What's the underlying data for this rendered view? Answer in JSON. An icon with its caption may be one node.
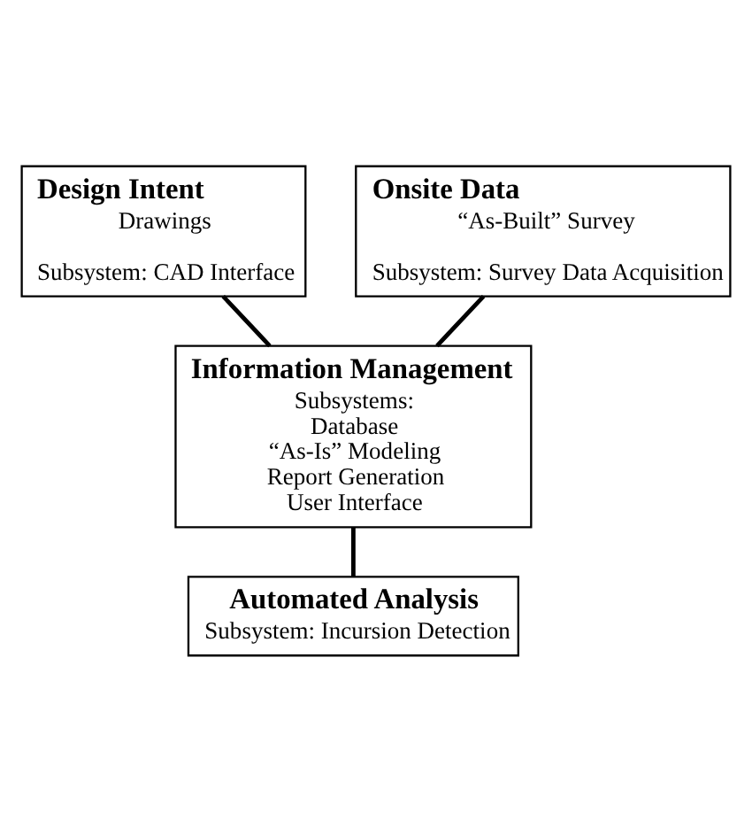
{
  "diagram": {
    "nodes": [
      {
        "text": [
          "Design Intent",
          "Drawings",
          "Subsystem: CAD Interface"
        ]
      },
      {
        "text": [
          "Onsite Data",
          "“As-Built” Survey",
          "Subsystem: Survey Data Acquisition"
        ]
      },
      {
        "text": [
          "Information Management",
          "Subsystems:",
          "Database",
          "“As-Is” Modeling",
          "Report Generation",
          "User Interface"
        ]
      },
      {
        "text": [
          "Automated Analysis",
          "Subsystem: Incursion Detection"
        ]
      }
    ],
    "edges": [
      {
        "from": 0,
        "to": 2,
        "arrow": "none"
      },
      {
        "from": 1,
        "to": 2,
        "arrow": "none"
      },
      {
        "from": 2,
        "to": 3,
        "arrow": "none"
      }
    ]
  }
}
